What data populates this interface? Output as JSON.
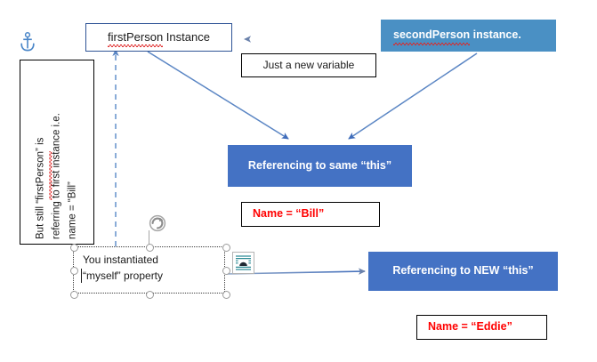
{
  "document": {
    "app": "word-drawing-canvas",
    "title": "firstPerson / secondPerson instance diagram"
  },
  "colors": {
    "blue_dark": "#4472c4",
    "blue_light": "#4a90c4",
    "border_blue": "#2f5496",
    "arrow_blue": "#4472c4",
    "arrow_steel": "#7f96b8",
    "red_text": "#ff0000",
    "spellcheck_red": "#e03030",
    "handle_gray": "#9a9a9a",
    "anchor_blue": "#4a86c8",
    "text_black": "#1a1a1a"
  },
  "shapes": {
    "first_person_box": {
      "label": "firstPerson Instance",
      "misspelled_word": "firstPerson",
      "rest_of_label": " Instance"
    },
    "second_person_box": {
      "label": "secondPerson instance.",
      "misspelled_word": "secondPerson",
      "rest_of_label": " instance."
    },
    "just_new_variable_box": {
      "label": "Just a new variable"
    },
    "referencing_same_this_box": {
      "label": "Referencing to same “this”"
    },
    "referencing_new_this_box": {
      "label": "Referencing to NEW “this”"
    },
    "name_bill_box": {
      "label": "Name = “Bill”"
    },
    "name_eddie_box": {
      "label": "Name = “Eddie”"
    },
    "rotated_note": {
      "line1_prefix": "But still “",
      "line1_misspelled": "firstPerson",
      "line1_suffix": "” is",
      "line2": "referring to first instance i.e.",
      "line3": "name = “Bill”",
      "rotation_degrees": "-90"
    },
    "selected_textbox": {
      "line1": "You instantiated",
      "line2": "“myself” property",
      "selected": "true",
      "handle_count": "8"
    }
  },
  "icons": {
    "anchor": "anchor-icon",
    "rotation_handle": "rotate-handle-icon",
    "layout_options": "layout-options-icon"
  },
  "connectors": [
    {
      "name": "second-to-first-arrow",
      "style": "solid",
      "direction": "left"
    },
    {
      "name": "first-to-same-this-arrow",
      "style": "solid",
      "direction": "down-right"
    },
    {
      "name": "second-to-same-this-arrow",
      "style": "solid",
      "direction": "down-left"
    },
    {
      "name": "selected-to-first-dashed-arrow",
      "style": "dashed",
      "direction": "up"
    },
    {
      "name": "selected-to-new-this-arrow",
      "style": "solid",
      "direction": "right"
    }
  ]
}
